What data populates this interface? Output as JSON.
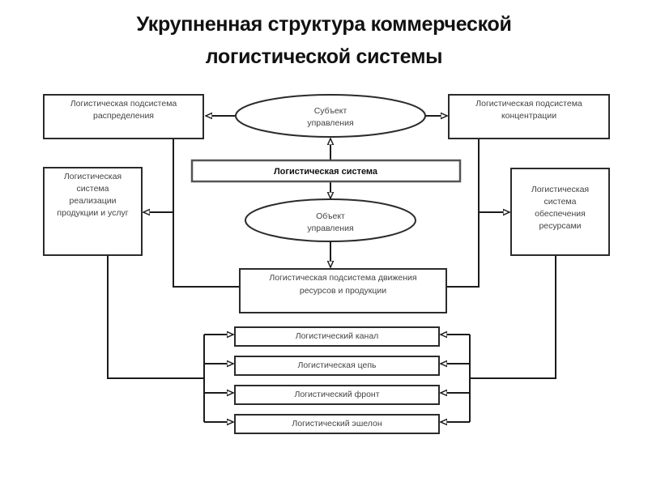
{
  "title": {
    "line1": "Укрупненная структура коммерческой",
    "line2": "логистической системы"
  },
  "nodes": {
    "distribution": [
      "Логистическая подсистема",
      "распределения"
    ],
    "concentration": [
      "Логистическая подсистема",
      "концентрации"
    ],
    "subject": [
      "Субъект",
      "управления"
    ],
    "logistics_system": "Логистическая система",
    "realization": [
      "Логистическая",
      "система",
      "реализации",
      "продукции и услуг"
    ],
    "resource_supply": [
      "Логистическая",
      "система",
      "обеспечения",
      "ресурсами"
    ],
    "object": [
      "Объект",
      "управления"
    ],
    "movement": [
      "Логистическая подсистема движения",
      "ресурсов и продукции"
    ],
    "channel": "Логистический канал",
    "chain": "Логистическая цепь",
    "front": "Логистический фронт",
    "echelon": "Логистический эшелон"
  },
  "edges": [
    {
      "from": "subject",
      "to": "distribution"
    },
    {
      "from": "subject",
      "to": "concentration"
    },
    {
      "from": "logistics_system",
      "to": "subject"
    },
    {
      "from": "logistics_system",
      "to": "object"
    },
    {
      "from": "object",
      "to": "movement"
    },
    {
      "from": "distribution",
      "to": "realization"
    },
    {
      "from": "concentration",
      "to": "resource_supply"
    },
    {
      "from": "distribution",
      "to": "movement"
    },
    {
      "from": "concentration",
      "to": "movement"
    },
    {
      "from": "realization",
      "to": [
        "channel",
        "chain",
        "front",
        "echelon"
      ]
    },
    {
      "from": "resource_supply",
      "to": [
        "channel",
        "chain",
        "front",
        "echelon"
      ]
    }
  ]
}
